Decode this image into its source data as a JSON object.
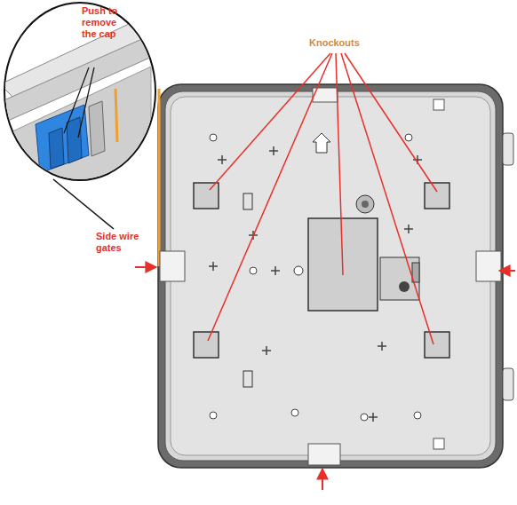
{
  "diagram": {
    "labels": [
      "Push to remove the cap",
      "Knockouts",
      "Side wire gates"
    ]
  }
}
